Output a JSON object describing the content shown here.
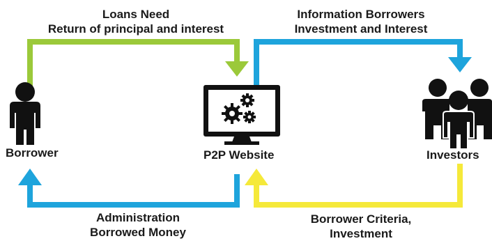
{
  "nodes": {
    "borrower": "Borrower",
    "website": "P2P Website",
    "investors": "Investors"
  },
  "flows": {
    "top_left": {
      "line1": "Loans Need",
      "line2": "Return of principal and interest",
      "color": "#9bc93a"
    },
    "top_right": {
      "line1": "Information Borrowers",
      "line2": "Investment and Interest",
      "color": "#1ea4dc"
    },
    "bottom_left": {
      "line1": "Administration",
      "line2": "Borrowed Money",
      "color": "#1ea4dc"
    },
    "bottom_right": {
      "line1": "Borrower Criteria,",
      "line2": "Investment",
      "color": "#f5e93a"
    }
  },
  "icons": {
    "borrower": "person-icon",
    "website": "monitor-gears-icon",
    "investors": "group-icon"
  }
}
